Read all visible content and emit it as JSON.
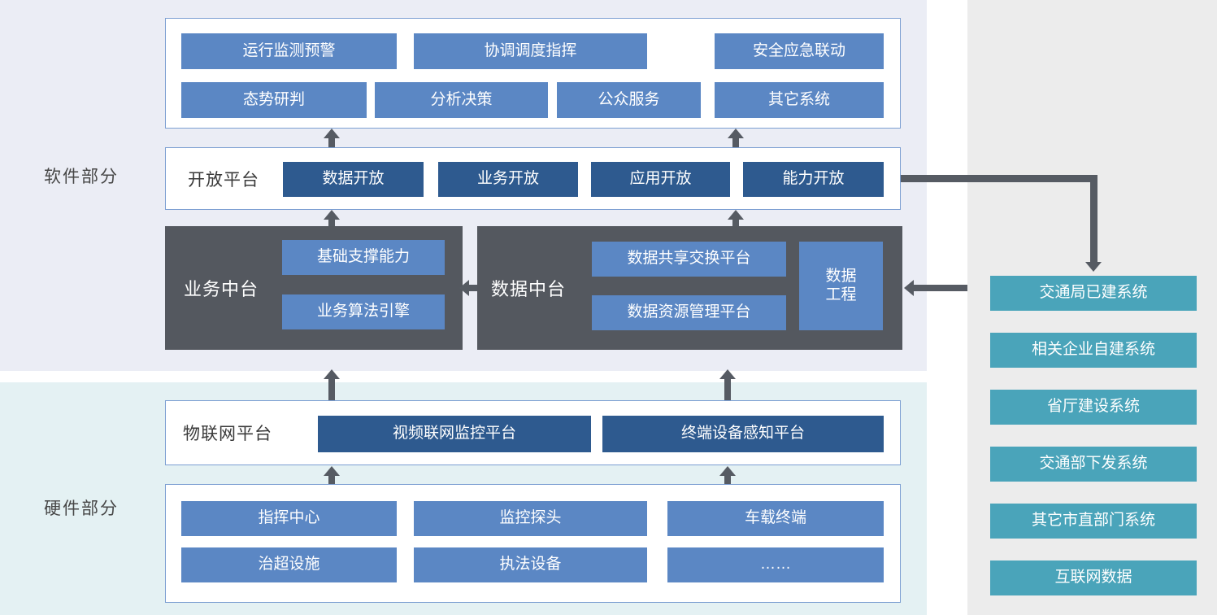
{
  "sections": {
    "software_label": "软件部分",
    "hardware_label": "硬件部分"
  },
  "app_layer": {
    "row1": [
      "运行监测预警",
      "协调调度指挥",
      "安全应急联动"
    ],
    "row2": [
      "态势研判",
      "分析决策",
      "公众服务",
      "其它系统"
    ]
  },
  "open_platform": {
    "label": "开放平台",
    "items": [
      "数据开放",
      "业务开放",
      "应用开放",
      "能力开放"
    ]
  },
  "business_middle": {
    "label": "业务中台",
    "items": [
      "基础支撑能力",
      "业务算法引擎"
    ]
  },
  "data_middle": {
    "label": "数据中台",
    "items": [
      "数据共享交换平台",
      "数据资源管理平台"
    ],
    "side_line1": "数据",
    "side_line2": "工程"
  },
  "iot_platform": {
    "label": "物联网平台",
    "items": [
      "视频联网监控平台",
      "终端设备感知平台"
    ]
  },
  "devices": {
    "row1": [
      "指挥中心",
      "监控探头",
      "车载终端"
    ],
    "row2": [
      "治超设施",
      "执法设备",
      "……"
    ]
  },
  "external_systems": [
    "交通局已建系统",
    "相关企业自建系统",
    "省厅建设系统",
    "交通部下发系统",
    "其它市直部门系统",
    "互联网数据"
  ],
  "colors": {
    "medium_blue": "#5b87c4",
    "dark_blue": "#2e5a8f",
    "teal": "#4aa4ba",
    "dark_gray_box": "#54585f",
    "software_bg": "#ebedf5",
    "hardware_bg": "#e4f1f3",
    "external_strip_bg": "#ececec",
    "panel_border": "#7c9fd2",
    "arrow": "#565b63"
  }
}
